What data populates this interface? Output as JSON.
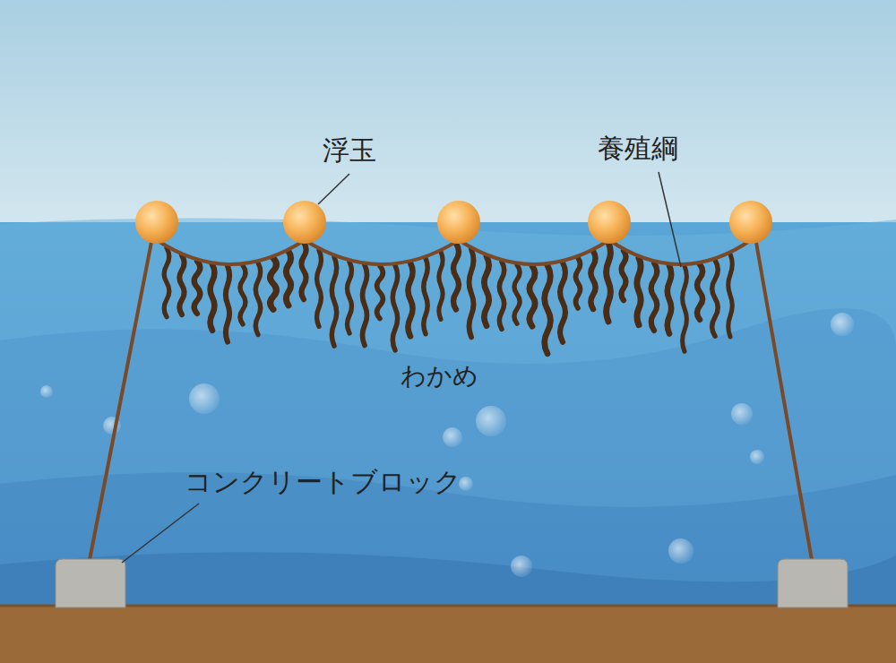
{
  "diagram": {
    "labels": [
      "浮玉",
      "養殖綱",
      "わかめ",
      "コンクリートブロック"
    ]
  }
}
